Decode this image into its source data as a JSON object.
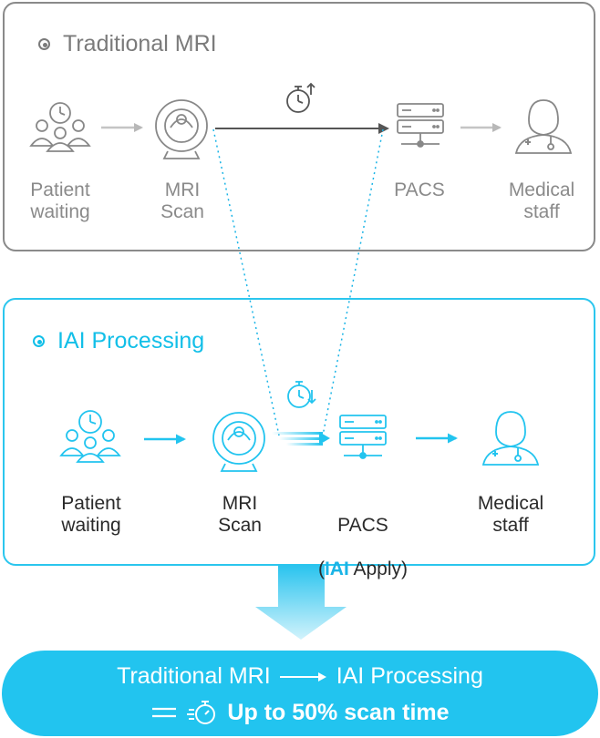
{
  "traditional": {
    "title": "Traditional MRI",
    "steps": [
      {
        "label": "Patient\nwaiting",
        "icon": "patients-clock-icon"
      },
      {
        "label": "MRI\nScan",
        "icon": "mri-scanner-icon"
      },
      {
        "label": "PACS",
        "icon": "server-icon"
      },
      {
        "label": "Medical\nstaff",
        "icon": "doctor-icon"
      }
    ],
    "timer_icon": "stopwatch-up-icon"
  },
  "iai": {
    "title": "IAI Processing",
    "steps": [
      {
        "label": "Patient\nwaiting",
        "icon": "patients-clock-icon"
      },
      {
        "label": "MRI\nScan",
        "icon": "mri-scanner-icon"
      },
      {
        "label_line1": "PACS",
        "label_prefix": "(",
        "label_highlight": "IAI",
        "label_suffix": " Apply)",
        "icon": "server-icon"
      },
      {
        "label": "Medical\nstaff",
        "icon": "doctor-icon"
      }
    ],
    "timer_icon": "stopwatch-down-icon"
  },
  "summary": {
    "from": "Traditional MRI",
    "to": "IAI Processing",
    "result": "Up to 50% scan time"
  },
  "colors": {
    "gray": "#8a8a8a",
    "blue": "#22c4ef",
    "dark_text": "#2a2a2a"
  }
}
